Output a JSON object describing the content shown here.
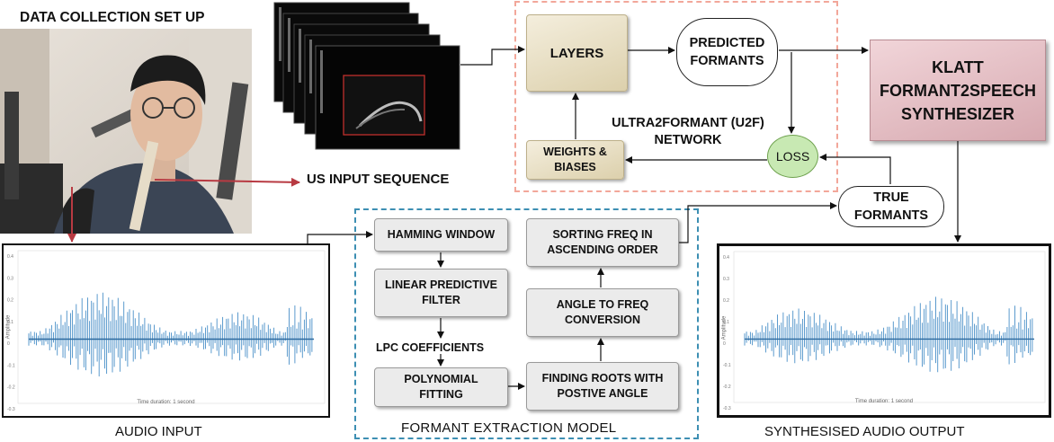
{
  "setup": {
    "title": "DATA COLLECTION SET UP"
  },
  "us_input": {
    "label": "US INPUT SEQUENCE"
  },
  "u2f": {
    "layers": "LAYERS",
    "predicted_formants": [
      "PREDICTED",
      "FORMANTS"
    ],
    "weights_biases": [
      "WEIGHTS &",
      "BIASES"
    ],
    "network_title": [
      "ULTRA2FORMANT (U2F)",
      "NETWORK"
    ],
    "loss": "LOSS"
  },
  "klatt": {
    "lines": [
      "KLATT",
      "FORMANT2SPEECH",
      "SYNTHESIZER"
    ]
  },
  "true_formants": [
    "TRUE",
    "FORMANTS"
  ],
  "formant_extraction": {
    "title": "FORMANT EXTRACTION MODEL",
    "hamming": "HAMMING WINDOW",
    "lpf": [
      "LINEAR PREDICTIVE",
      "FILTER"
    ],
    "lpc_coefficients": "LPC COEFFICIENTS",
    "polynomial": [
      "POLYNOMIAL",
      "FITTING"
    ],
    "roots": [
      "FINDING ROOTS WITH",
      "POSTIVE ANGLE"
    ],
    "angle_freq": [
      "ANGLE TO FREQ",
      "CONVERSION"
    ],
    "sorting": [
      "SORTING FREQ IN",
      "ASCENDING ORDER"
    ]
  },
  "audio_input": {
    "label": "AUDIO INPUT"
  },
  "synth_output": {
    "label": "SYNTHESISED AUDIO OUTPUT"
  },
  "waveform": {
    "ylabel": "Amplitude",
    "xlabel": "Time duration: 1 second",
    "yticks": [
      "0.4",
      "0.3",
      "0.2",
      "0.1",
      "0",
      "-0.1",
      "-0.2",
      "-0.3"
    ]
  },
  "colors": {
    "salmon_dash": "#f2a79a",
    "blue_dash": "#3d8fb3",
    "red_arrow": "#b83a42",
    "wave_blue": "#4a90c8"
  }
}
